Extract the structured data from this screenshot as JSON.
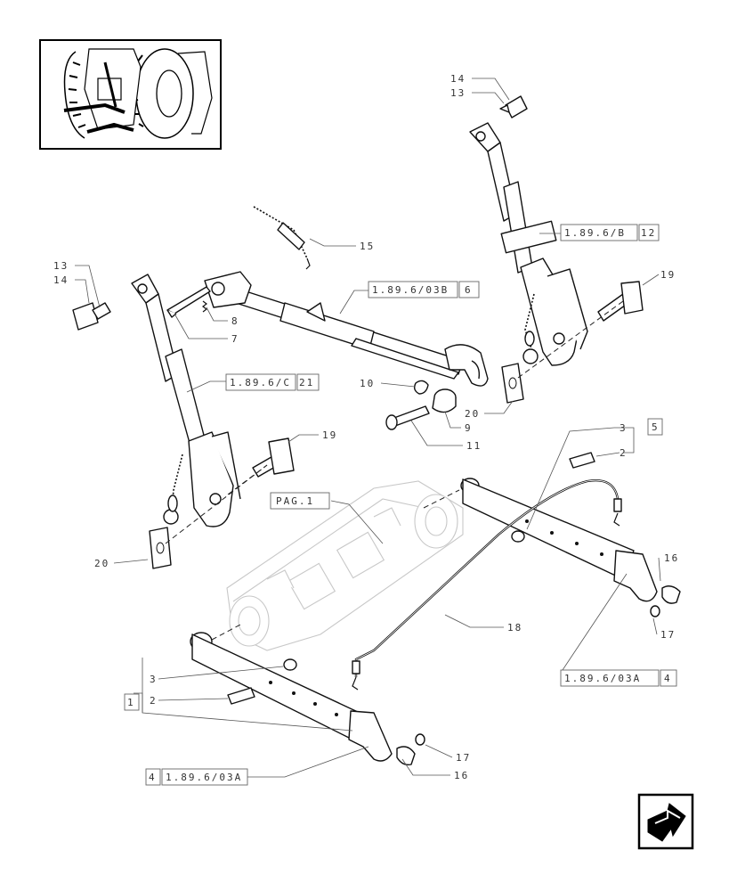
{
  "callouts": {
    "c14_top": "14",
    "c13_top": "13",
    "c15": "15",
    "c13_left": "13",
    "c14_left": "14",
    "c8": "8",
    "c7": "7",
    "c19_right": "19",
    "c10": "10",
    "c9": "9",
    "c11": "11",
    "c20_right": "20",
    "c19_left": "19",
    "c3_right": "3",
    "c2_right": "2",
    "c5": "5",
    "c20_left": "20",
    "c16_right": "16",
    "c17_right": "17",
    "c18": "18",
    "c3_left": "3",
    "c2_left": "2",
    "c1": "1",
    "c17_bottom": "17",
    "c16_bottom": "16",
    "c4_right": "4",
    "c4_left": "4"
  },
  "references": {
    "ref_189_6_B": "1.89.6/B",
    "ref_12": "12",
    "ref_189_6_03B": "1.89.6/03B",
    "ref_6": "6",
    "ref_189_6_C": "1.89.6/C",
    "ref_21": "21",
    "ref_pag1": "PAG.1",
    "ref_189_6_03A_right": "1.89.6/03A",
    "ref_189_6_03A_bottom": "1.89.6/03A"
  },
  "thumbnail": {
    "icon": "tractor-rear-view-icon"
  },
  "navigation": {
    "icon": "next-page-arrow-icon"
  },
  "colors": {
    "line": "#111111",
    "ghost": "#c8c8c8",
    "label": "#333333"
  }
}
